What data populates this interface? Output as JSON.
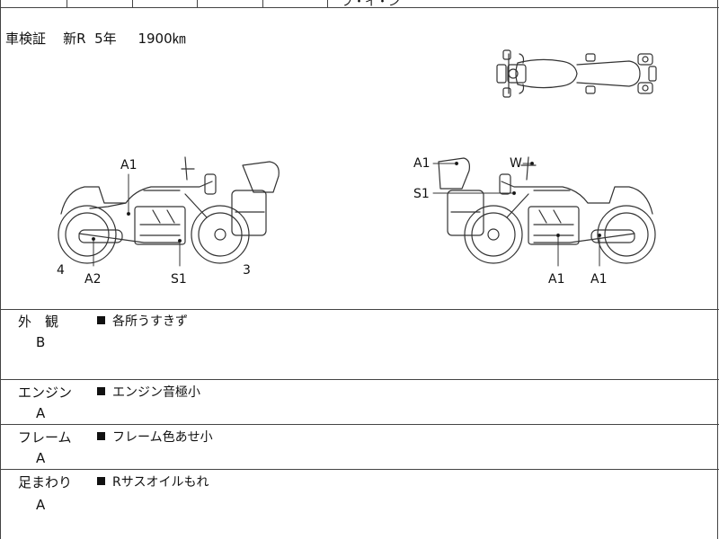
{
  "top_strip": {
    "partial_text": "ブ・イ・ン"
  },
  "inspection": {
    "label": "車検証",
    "model": "新R",
    "years": "5年",
    "mileage": "1900㎞"
  },
  "diagram_labels": {
    "left": {
      "a1": "A1",
      "a2": "A2",
      "s1": "S1",
      "num4": "4",
      "num3": "3"
    },
    "right": {
      "a1_top": "A1",
      "w": "W",
      "s1": "S1",
      "a1_bottom_left": "A1",
      "a1_bottom_right": "A1"
    }
  },
  "conditions": [
    {
      "category": "外　観",
      "grade": "B",
      "note": "各所うすきず"
    },
    {
      "category": "エンジン",
      "grade": "A",
      "note": "エンジン音極小"
    },
    {
      "category": "フレーム",
      "grade": "A",
      "note": "フレーム色あせ小"
    },
    {
      "category": "足まわり",
      "grade": "A",
      "note": "Rサスオイルもれ"
    }
  ]
}
